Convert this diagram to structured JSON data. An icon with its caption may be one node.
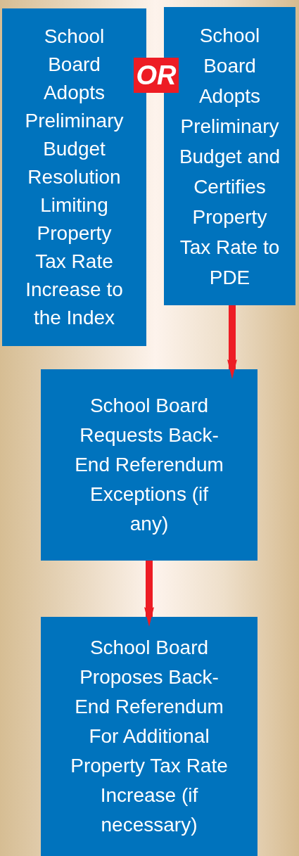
{
  "diagram": {
    "nodes": [
      {
        "text": [
          "School Board Adopts Preliminary Budget Resolution Limiting Property Tax Rate Increase to the Index"
        ]
      },
      {
        "text": [
          "OR"
        ]
      },
      {
        "text": [
          "School Board Adopts Preliminary Budget and Certifies Property Tax Rate to PDE"
        ]
      },
      {
        "text": [
          "School Board Requests Back-End Referendum Exceptions (if any)"
        ]
      },
      {
        "text": [
          "School Board Proposes Back-End Referendum For Additional Property Tax Rate Increase (if necessary)"
        ]
      }
    ],
    "edges": [
      {
        "from": 2,
        "to": 3,
        "arrow": "to"
      },
      {
        "from": 3,
        "to": 4,
        "arrow": "to"
      }
    ]
  }
}
